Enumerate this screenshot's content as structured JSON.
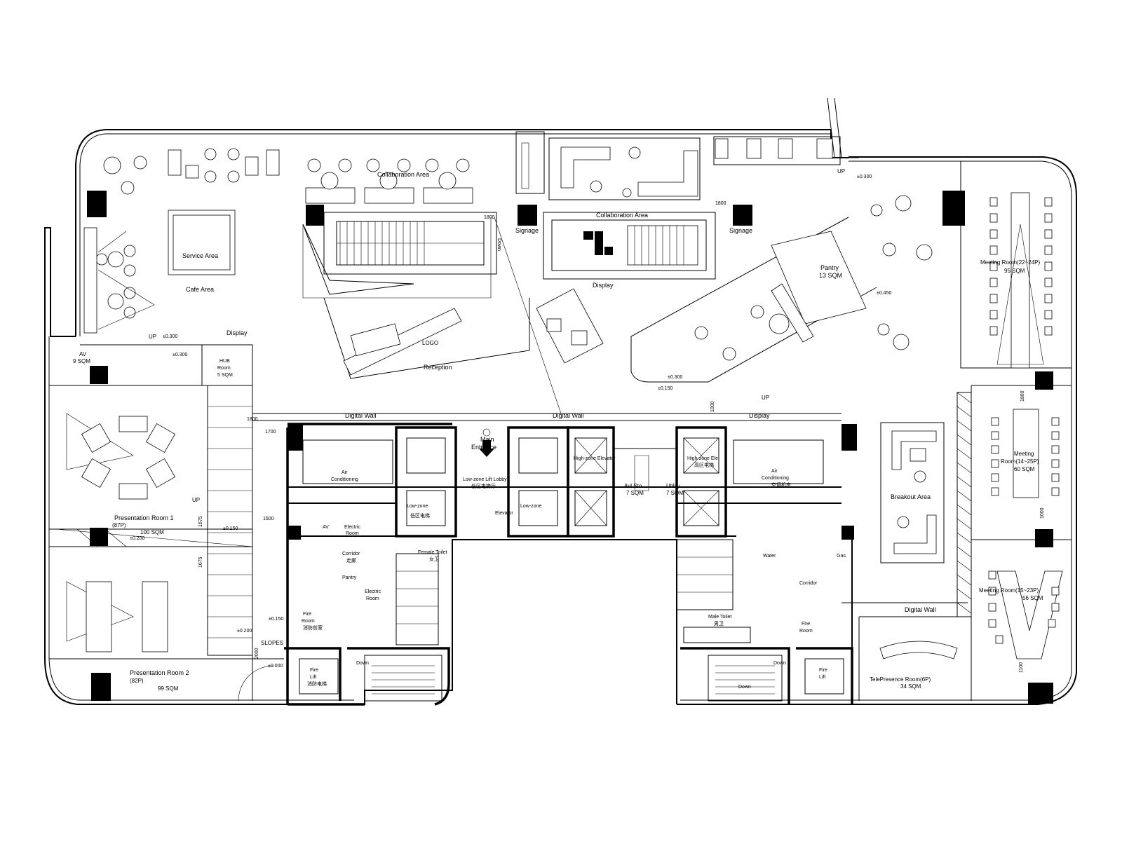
{
  "labels": {
    "collab_area_1": "Collaboration Area",
    "collab_area_2": "Collaboration Area",
    "service_area": "Service Area",
    "cafe_area": "Cafe Area",
    "signage_left": "Signage",
    "signage_right": "Signage",
    "display_top": "Display",
    "display_left": "Display",
    "display_right": "Display",
    "logo": "LOGO",
    "reception": "Reception",
    "down": "Down",
    "up_top": "UP",
    "up_left": "UP",
    "up_mid": "UP",
    "up_side": "UP",
    "pantry_top": "Pantry",
    "pantry_top_area": "13 SQM",
    "meeting_1": "Meeting Room(22~24P)",
    "meeting_1_area": "95 SQM",
    "meeting_2a": "Meeting",
    "meeting_2b": "Room(14~25P)",
    "meeting_2_area": "60 SQM",
    "meeting_3": "Meeting Room(15~23P)",
    "meeting_3_area": "56 SQM",
    "breakout": "Breakout Area",
    "telepresence": "TelePresence Room(6P)",
    "telepresence_area": "34 SQM",
    "av_room": "AV",
    "av_room_area": "9 SQM",
    "hub_room": "HUB",
    "hub_room_b": "Room",
    "hub_room_area": "5 SQM",
    "presentation_1": "Presentation Room 1",
    "presentation_1_cap": "(87P)",
    "presentation_1_area": "100 SQM",
    "presentation_2": "Presentation Room 2",
    "presentation_2_cap": "(82P)",
    "presentation_2_area": "99 SQM",
    "digital_wall_1": "Digital Wall",
    "digital_wall_2": "Digital Wall",
    "digital_wall_3": "Digital Wall",
    "main_entrance_1": "Main",
    "main_entrance_2": "Entrance",
    "low_lobby": "Low-zone Lift Lobby",
    "low_lobby_cn": "低区电梯厅",
    "low_zone_1": "Low-zone",
    "low_zone_2": "Low-zone",
    "low_zone_cn": "低区电梯",
    "elevator": "Elevator",
    "high_zone_1": "High-zone Elevator",
    "high_zone_2": "High-zone Ele",
    "high_zone_cn": "高区电梯",
    "avl_sto": "Avl Sto",
    "avl_sto_area": "7 SQM",
    "utility": "Utility",
    "utility_area": "7 SQM",
    "air_cond_1": "Air",
    "air_cond_1b": "Conditioning",
    "air_cond_2": "Air",
    "air_cond_2b": "Conditioning",
    "air_cond_cn": "空调机房",
    "electric_room": "Electric",
    "electric_room_b": "Room",
    "av_small": "AV",
    "corridor_1": "Corridor",
    "corridor_2": "Corridor",
    "corridor_cn": "走廊",
    "female_toilet": "Female Toilet",
    "female_toilet_cn": "女卫",
    "male_toilet": "Male Toilet",
    "male_toilet_cn": "男卫",
    "pantry_small": "Pantry",
    "electric_small": "Electric",
    "electric_small_b": "Room",
    "fire_room_1": "Fire",
    "fire_room_1b": "Room",
    "fire_room_2": "Fire",
    "fire_room_2b": "Room",
    "fire_room_cn": "消防前室",
    "fire_lift_1": "Fire",
    "fire_lift_1b": "Lift",
    "fire_lift_2": "Fire",
    "fire_lift_2b": "Lift",
    "fire_lift_cn": "消防电梯",
    "water": "Water",
    "gas": "Gas",
    "slopes": "SLOPES",
    "down_2": "Down",
    "down_3": "Down",
    "down_4": "Down"
  },
  "dimensions": {
    "d1800_a": "1800",
    "d1800_b": "1800",
    "d1000_a": "1000",
    "d1000_b": "1000",
    "d1700": "1700",
    "d1500": "1500",
    "d2000": "2000",
    "d1100": "1100",
    "d1800_c": "1800",
    "d1800_d": "1800",
    "d1675_a": "1675",
    "d1675_b": "1675"
  },
  "levels": {
    "lv_top": "±0.300",
    "lv_pantry": "±0.450",
    "lv_left1": "±0.300",
    "lv_left2": "±0.300",
    "lv_mid": "±0.150",
    "lv_right": "±0.300",
    "lv_pres": "±0.200",
    "lv_stair": "±0.150",
    "lv_slope1": "±0.150",
    "lv_slope2": "±0.200",
    "lv_slope3": "±0.000"
  }
}
